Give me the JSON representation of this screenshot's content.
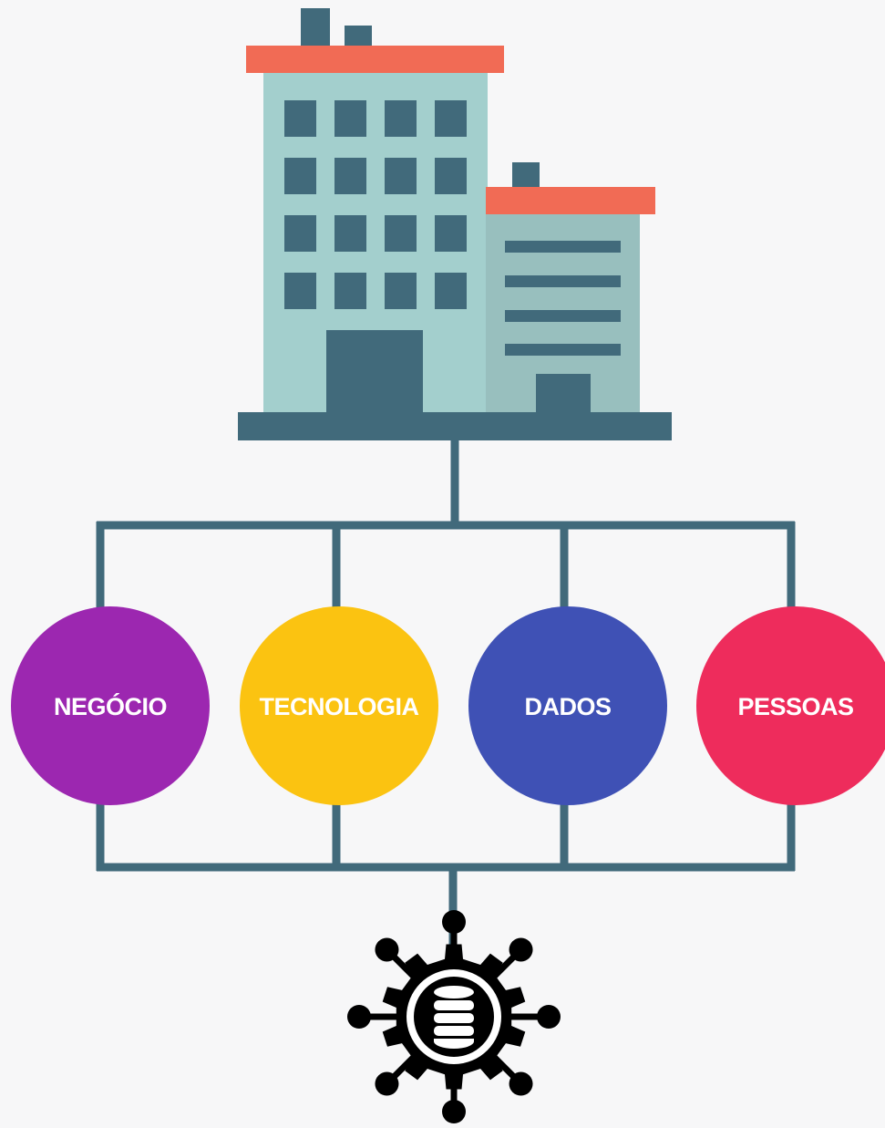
{
  "diagram": {
    "background": "#f7f7f8",
    "top_icon": "office-building-icon",
    "bottom_icon": "database-network-gear-icon",
    "connector_color": "#416a7b",
    "building_colors": {
      "roof": "#f16b55",
      "wall_main": "#a3cfcd",
      "wall_annex": "#98bfbe",
      "dark": "#416a7b"
    },
    "pillars": [
      {
        "label": "NEGÓCIO",
        "color": "#9c27b0"
      },
      {
        "label": "TECNOLOGIA",
        "color": "#fbc311"
      },
      {
        "label": "DADOS",
        "color": "#3f51b5"
      },
      {
        "label": "PESSOAS",
        "color": "#ee2c5c"
      }
    ]
  }
}
